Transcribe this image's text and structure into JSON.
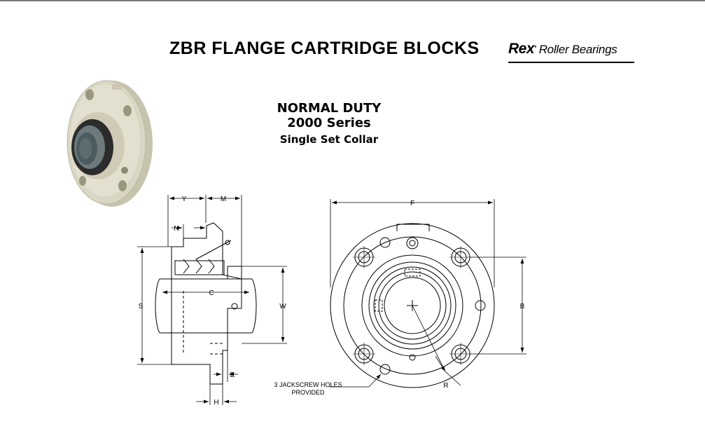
{
  "header": {
    "title": "ZBR FLANGE CARTRIDGE BLOCKS",
    "brand_name": "Rex",
    "brand_mark": "·",
    "brand_suffix": "Roller Bearings"
  },
  "subheading": {
    "line1": "NORMAL DUTY",
    "line2": "2000 Series",
    "line3": "Single Set Collar"
  },
  "side_view": {
    "dimensions": {
      "Y": "Y",
      "M": "M",
      "N": "N",
      "C": "C",
      "S": "S",
      "W": "W",
      "E": "E",
      "H": "H"
    }
  },
  "front_view": {
    "dimensions": {
      "F": "F",
      "B": "B",
      "R": "R"
    },
    "callout_line1": "3 JACKSCREW HOLES",
    "callout_line2": "PROVIDED"
  },
  "colors": {
    "photo_body": "#d6d3c0",
    "photo_shadow": "#b9b5a0",
    "bore": "#4c5b60",
    "line": "#000000"
  }
}
